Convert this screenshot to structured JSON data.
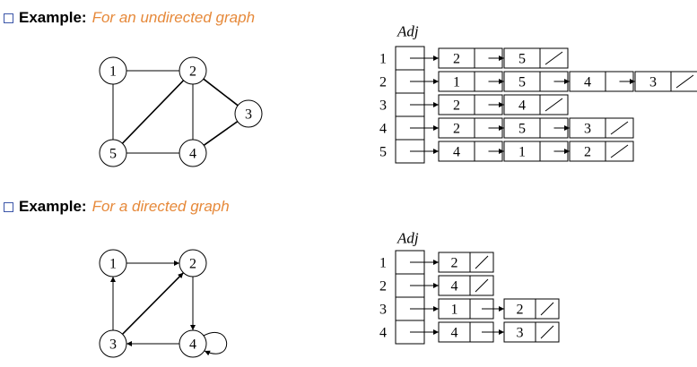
{
  "colors": {
    "bullet": "#3b55a8",
    "emphasis": "#e6893a",
    "ink": "#000000"
  },
  "undirected": {
    "lead": "Example:",
    "emphasis": "For an undirected graph",
    "adj_title": "Adj",
    "nodes": [
      "1",
      "2",
      "3",
      "4",
      "5"
    ],
    "edges": [
      [
        "1",
        "2"
      ],
      [
        "1",
        "5"
      ],
      [
        "2",
        "5"
      ],
      [
        "2",
        "4"
      ],
      [
        "2",
        "3"
      ],
      [
        "3",
        "4"
      ],
      [
        "4",
        "5"
      ]
    ],
    "rows": [
      {
        "label": "1",
        "items": [
          "2",
          "5"
        ]
      },
      {
        "label": "2",
        "items": [
          "1",
          "5",
          "4",
          "3"
        ]
      },
      {
        "label": "3",
        "items": [
          "2",
          "4"
        ]
      },
      {
        "label": "4",
        "items": [
          "2",
          "5",
          "3"
        ]
      },
      {
        "label": "5",
        "items": [
          "4",
          "1",
          "2"
        ]
      }
    ]
  },
  "directed": {
    "lead": "Example:",
    "emphasis": "For a directed graph",
    "adj_title": "Adj",
    "nodes": [
      "1",
      "2",
      "3",
      "4"
    ],
    "edges": [
      [
        "1",
        "2"
      ],
      [
        "2",
        "4"
      ],
      [
        "4",
        "3"
      ],
      [
        "3",
        "1"
      ],
      [
        "3",
        "2"
      ],
      [
        "4",
        "4"
      ]
    ],
    "rows": [
      {
        "label": "1",
        "items": [
          "2"
        ]
      },
      {
        "label": "2",
        "items": [
          "4"
        ]
      },
      {
        "label": "3",
        "items": [
          "1",
          "2"
        ]
      },
      {
        "label": "4",
        "items": [
          "4",
          "3"
        ]
      }
    ]
  }
}
